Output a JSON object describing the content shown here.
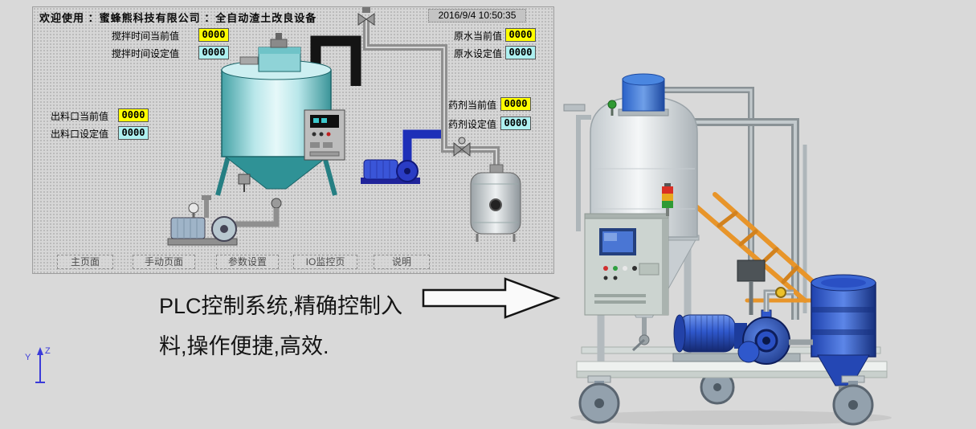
{
  "hmi": {
    "header": {
      "welcome": "欢迎使用 ：蜜蜂熊科技有限公司 ：全自动渣土改良设备",
      "datetime": "2016/9/4 10:50:35"
    },
    "fields": {
      "mixing_time_current": {
        "label": "搅拌时间当前值",
        "value": "0000"
      },
      "mixing_time_set": {
        "label": "搅拌时间设定值",
        "value": "0000"
      },
      "raw_water_current": {
        "label": "原水当前值",
        "value": "0000"
      },
      "raw_water_set": {
        "label": "原水设定值",
        "value": "0000"
      },
      "chemical_current": {
        "label": "药剂当前值",
        "value": "0000"
      },
      "chemical_set": {
        "label": "药剂设定值",
        "value": "0000"
      },
      "outlet_current": {
        "label": "出料口当前值",
        "value": "0000"
      },
      "outlet_set": {
        "label": "出料口设定值",
        "value": "0000"
      }
    },
    "nav_buttons": [
      {
        "label": "主页面"
      },
      {
        "label": "手动页面"
      },
      {
        "label": "参数设置"
      },
      {
        "label": "IO监控页"
      },
      {
        "label": "说明"
      }
    ],
    "colors": {
      "current_value_bg": "#ffff00",
      "set_value_bg": "#aef0f0",
      "tank_teal": "#45a2a6",
      "pump_blue": "#2a3cc4"
    }
  },
  "caption": {
    "line1": "PLC控制系统,精确控制入",
    "line2": "料,操作便捷,高效."
  },
  "axis_indicator": {
    "z_label": "Z",
    "y_label": "Y"
  }
}
